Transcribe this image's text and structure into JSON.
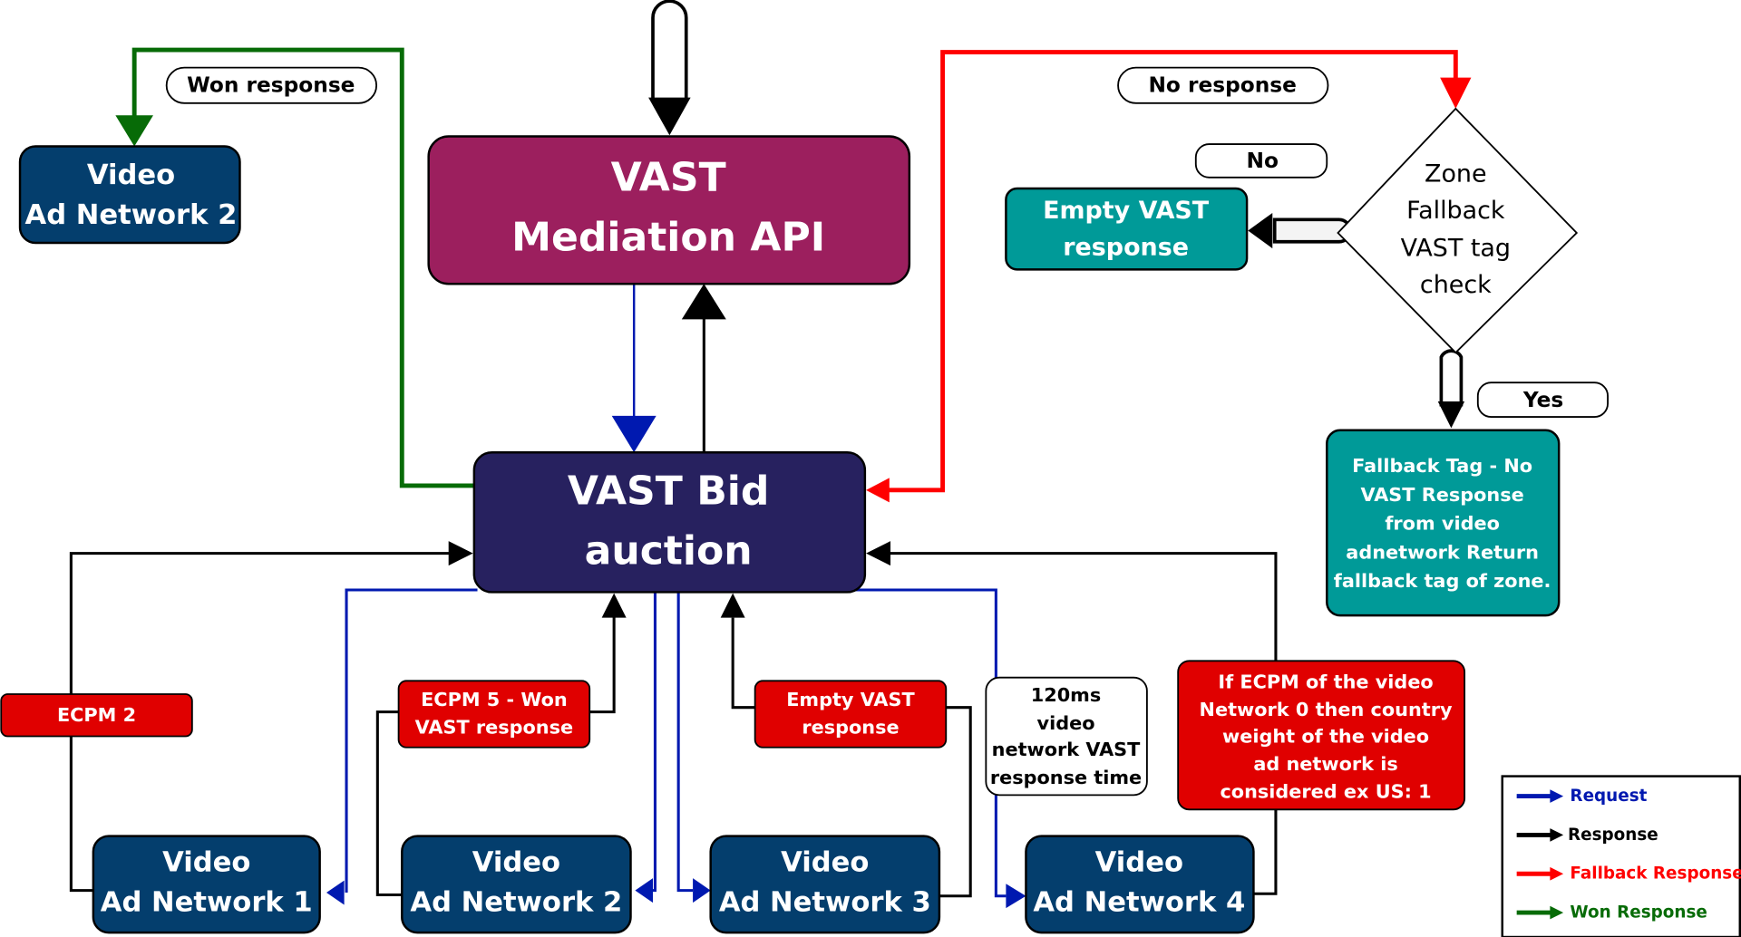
{
  "colors": {
    "request": "#0019b0",
    "response": "#000000",
    "fallback": "#ff0000",
    "won": "#076b07",
    "mediation_box": "#9c1f5e",
    "auction_box": "#27215f",
    "network_box": "#043e6d",
    "teal_box": "#009a98",
    "red_label": "#e00000"
  },
  "nodes": {
    "mediation_api": [
      "VAST",
      "Mediation API"
    ],
    "bid_auction": [
      "VAST Bid",
      "auction"
    ],
    "won_network": [
      "Video",
      "Ad Network 2"
    ],
    "network_1": [
      "Video",
      "Ad Network 1"
    ],
    "network_2": [
      "Video",
      "Ad Network 2"
    ],
    "network_3": [
      "Video",
      "Ad Network 3"
    ],
    "network_4": [
      "Video",
      "Ad Network 4"
    ],
    "empty_vast": [
      "Empty VAST",
      "response"
    ],
    "fallback_tag": [
      "Fallback Tag - No",
      "VAST Response",
      "from video",
      "adnetwork Return",
      "fallback tag of zone."
    ],
    "decision": [
      "Zone",
      "Fallback",
      "VAST tag",
      "check"
    ]
  },
  "labels": {
    "won_response": "Won response",
    "no_response": "No response",
    "no": "No",
    "yes": "Yes",
    "ecpm_2": "ECPM 2",
    "ecpm_5": [
      "ECPM 5 - Won",
      "VAST response"
    ],
    "empty_vast_small": [
      "Empty VAST",
      "response"
    ],
    "response_time": [
      "120ms",
      "video",
      "network VAST",
      "response time"
    ],
    "ecpm_rule": [
      "If ECPM of the video",
      "Network 0 then country",
      "weight of the video",
      "ad network is",
      "considered ex US: 1"
    ]
  },
  "legend": [
    {
      "label": "Request",
      "color": "#0019b0"
    },
    {
      "label": "Response",
      "color": "#000000"
    },
    {
      "label": "Fallback Response",
      "color": "#ff0000"
    },
    {
      "label": "Won Response",
      "color": "#076b07"
    }
  ]
}
